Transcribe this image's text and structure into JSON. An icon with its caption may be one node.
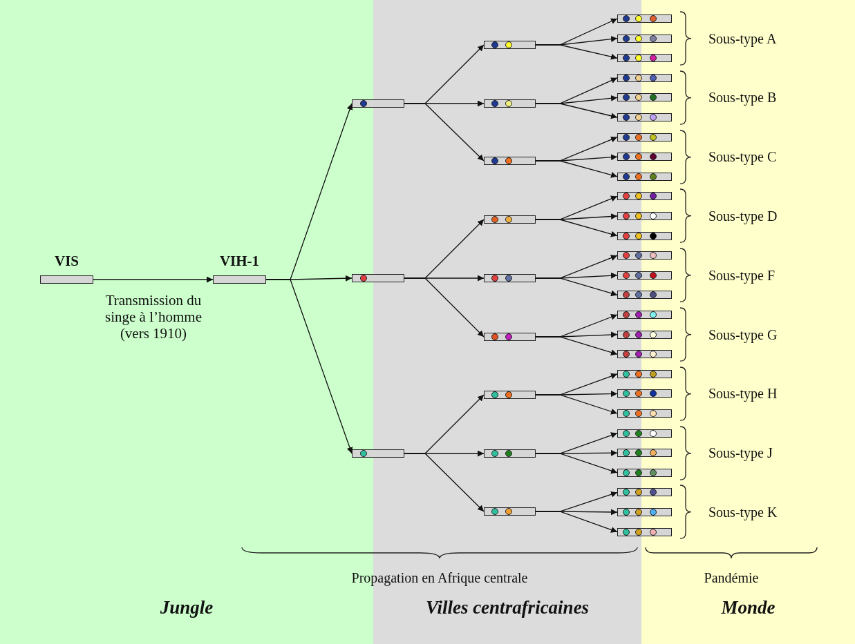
{
  "diagram": {
    "nodes": [
      {
        "text": [
          "VIS"
        ]
      },
      {
        "text": [
          "VIH-1"
        ]
      },
      {
        "text": [],
        "shape": "bar"
      },
      {
        "text": [],
        "shape": "bar"
      },
      {
        "text": [],
        "shape": "bar"
      },
      {
        "text": [],
        "shape": "bar"
      },
      {
        "text": [],
        "shape": "bar"
      },
      {
        "text": [],
        "shape": "bar"
      },
      {
        "text": [],
        "shape": "bar"
      },
      {
        "text": [],
        "shape": "bar"
      },
      {
        "text": [],
        "shape": "bar"
      },
      {
        "text": [],
        "shape": "bar"
      },
      {
        "text": [],
        "shape": "bar"
      },
      {
        "text": [],
        "shape": "bar"
      },
      {
        "text": [],
        "shape": "bar"
      },
      {
        "text": [],
        "shape": "bar"
      },
      {
        "text": [],
        "shape": "bar"
      },
      {
        "text": [],
        "shape": "bar"
      },
      {
        "text": [],
        "shape": "bar"
      },
      {
        "text": [],
        "shape": "bar"
      },
      {
        "text": [],
        "shape": "bar"
      },
      {
        "text": [],
        "shape": "bar"
      },
      {
        "text": [],
        "shape": "bar"
      },
      {
        "text": [],
        "shape": "bar"
      },
      {
        "text": [],
        "shape": "bar"
      },
      {
        "text": [],
        "shape": "bar"
      },
      {
        "text": [],
        "shape": "bar"
      },
      {
        "text": [],
        "shape": "bar"
      },
      {
        "text": [],
        "shape": "bar"
      },
      {
        "text": [],
        "shape": "bar"
      },
      {
        "text": [],
        "shape": "bar"
      },
      {
        "text": [],
        "shape": "bar"
      },
      {
        "text": [],
        "shape": "bar"
      },
      {
        "text": [],
        "shape": "bar"
      },
      {
        "text": [],
        "shape": "bar"
      },
      {
        "text": [],
        "shape": "bar"
      },
      {
        "text": [],
        "shape": "bar"
      },
      {
        "text": [],
        "shape": "bar"
      },
      {
        "text": [],
        "shape": "bar"
      },
      {
        "text": [],
        "shape": "bar"
      },
      {
        "text": [],
        "shape": "bar"
      }
    ],
    "edges": [
      {
        "from": 0,
        "to": 1,
        "arrow": "to",
        "label": "Transmission du singe à l’homme (vers 1910)"
      },
      {
        "from": 1,
        "to": 2,
        "arrow": "to"
      },
      {
        "from": 1,
        "to": 3,
        "arrow": "to"
      },
      {
        "from": 1,
        "to": 4,
        "arrow": "to"
      },
      {
        "from": 2,
        "to": 5,
        "arrow": "to"
      },
      {
        "from": 2,
        "to": 6,
        "arrow": "to"
      },
      {
        "from": 2,
        "to": 7,
        "arrow": "to"
      },
      {
        "from": 3,
        "to": 8,
        "arrow": "to"
      },
      {
        "from": 3,
        "to": 9,
        "arrow": "to"
      },
      {
        "from": 3,
        "to": 10,
        "arrow": "to"
      },
      {
        "from": 4,
        "to": 11,
        "arrow": "to"
      },
      {
        "from": 4,
        "to": 12,
        "arrow": "to"
      },
      {
        "from": 4,
        "to": 13,
        "arrow": "to"
      },
      {
        "from": 5,
        "to": 14,
        "arrow": "to"
      },
      {
        "from": 5,
        "to": 15,
        "arrow": "to"
      },
      {
        "from": 5,
        "to": 16,
        "arrow": "to"
      },
      {
        "from": 6,
        "to": 17,
        "arrow": "to"
      },
      {
        "from": 6,
        "to": 18,
        "arrow": "to"
      },
      {
        "from": 6,
        "to": 19,
        "arrow": "to"
      },
      {
        "from": 7,
        "to": 20,
        "arrow": "to"
      },
      {
        "from": 7,
        "to": 21,
        "arrow": "to"
      },
      {
        "from": 7,
        "to": 22,
        "arrow": "to"
      },
      {
        "from": 8,
        "to": 23,
        "arrow": "to"
      },
      {
        "from": 8,
        "to": 24,
        "arrow": "to"
      },
      {
        "from": 8,
        "to": 25,
        "arrow": "to"
      },
      {
        "from": 9,
        "to": 26,
        "arrow": "to"
      },
      {
        "from": 9,
        "to": 27,
        "arrow": "to"
      },
      {
        "from": 9,
        "to": 28,
        "arrow": "to"
      },
      {
        "from": 10,
        "to": 29,
        "arrow": "to"
      },
      {
        "from": 10,
        "to": 30,
        "arrow": "to"
      },
      {
        "from": 10,
        "to": 31,
        "arrow": "to"
      },
      {
        "from": 11,
        "to": 32,
        "arrow": "to"
      },
      {
        "from": 11,
        "to": 33,
        "arrow": "to"
      },
      {
        "from": 11,
        "to": 34,
        "arrow": "to"
      },
      {
        "from": 12,
        "to": 35,
        "arrow": "to"
      },
      {
        "from": 12,
        "to": 36,
        "arrow": "to"
      },
      {
        "from": 12,
        "to": 37,
        "arrow": "to"
      },
      {
        "from": 13,
        "to": 38,
        "arrow": "to"
      },
      {
        "from": 13,
        "to": 39,
        "arrow": "to"
      },
      {
        "from": 13,
        "to": 40,
        "arrow": "to"
      }
    ],
    "labels": [
      "Sous-type A",
      "Sous-type B",
      "Sous-type C",
      "Sous-type D",
      "Sous-type F",
      "Sous-type G",
      "Sous-type H",
      "Sous-type J",
      "Sous-type K",
      "Propagation en Afrique centrale",
      "Pandémie",
      "Jungle",
      "Villes centrafricaines",
      "Monde"
    ]
  }
}
